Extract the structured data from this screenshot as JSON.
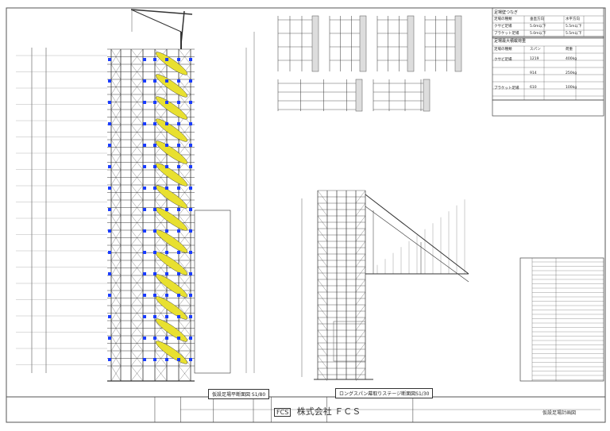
{
  "title_block": {
    "logo": "FCS",
    "company": "株式会社 ＦＣＳ",
    "drawing_name": "仮設足場計画図"
  },
  "captions": {
    "elevation": "仮設足場平断面図 S1/80",
    "section": "ロングスパン幕取りステージ断面図S1/30"
  },
  "tables": {
    "wall_ties": {
      "title": "足場壁つなぎ",
      "header": [
        "足場の種類",
        "垂直方向",
        "水平方向"
      ],
      "rows": [
        [
          "クサビ足場",
          "5.0m以下",
          "5.5m以下"
        ],
        [
          "ブラケット足場",
          "5.0m以下",
          "5.5m以下"
        ]
      ]
    },
    "max_load": {
      "title": "足場最大積載荷重",
      "header": [
        "足場の種類",
        "スパン",
        "荷重"
      ],
      "rows": [
        [
          "クサビ足場",
          "1219",
          "400kg"
        ],
        [
          "",
          "914",
          "250kg"
        ],
        [
          "ブラケット足場",
          "610",
          "100kg"
        ]
      ]
    }
  },
  "colors": {
    "line": "#333333",
    "stair": "#e8e030",
    "tie": "#1a3cff"
  }
}
